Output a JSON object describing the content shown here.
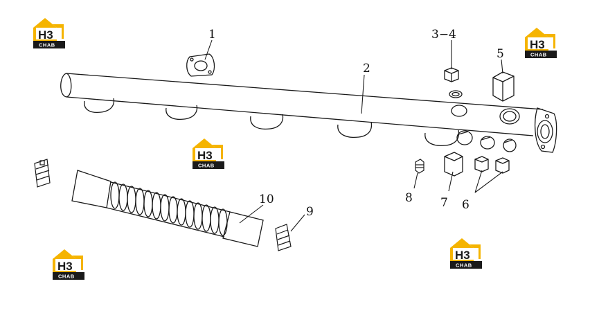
{
  "diagram": {
    "callouts": [
      {
        "id": "c1",
        "label": "1"
      },
      {
        "id": "c2",
        "label": "2"
      },
      {
        "id": "c34",
        "label": "3−4"
      },
      {
        "id": "c5",
        "label": "5"
      },
      {
        "id": "c6",
        "label": "6"
      },
      {
        "id": "c7",
        "label": "7"
      },
      {
        "id": "c8",
        "label": "8"
      },
      {
        "id": "c9",
        "label": "9"
      },
      {
        "id": "c10",
        "label": "10"
      }
    ]
  },
  "watermark": {
    "logo_main": "H3",
    "logo_sub": "CHAB",
    "colors": {
      "yellow": "#f5b400",
      "dark": "#1a1a1a"
    }
  },
  "colors": {
    "line": "#1a1a1a",
    "background": "#ffffff"
  }
}
